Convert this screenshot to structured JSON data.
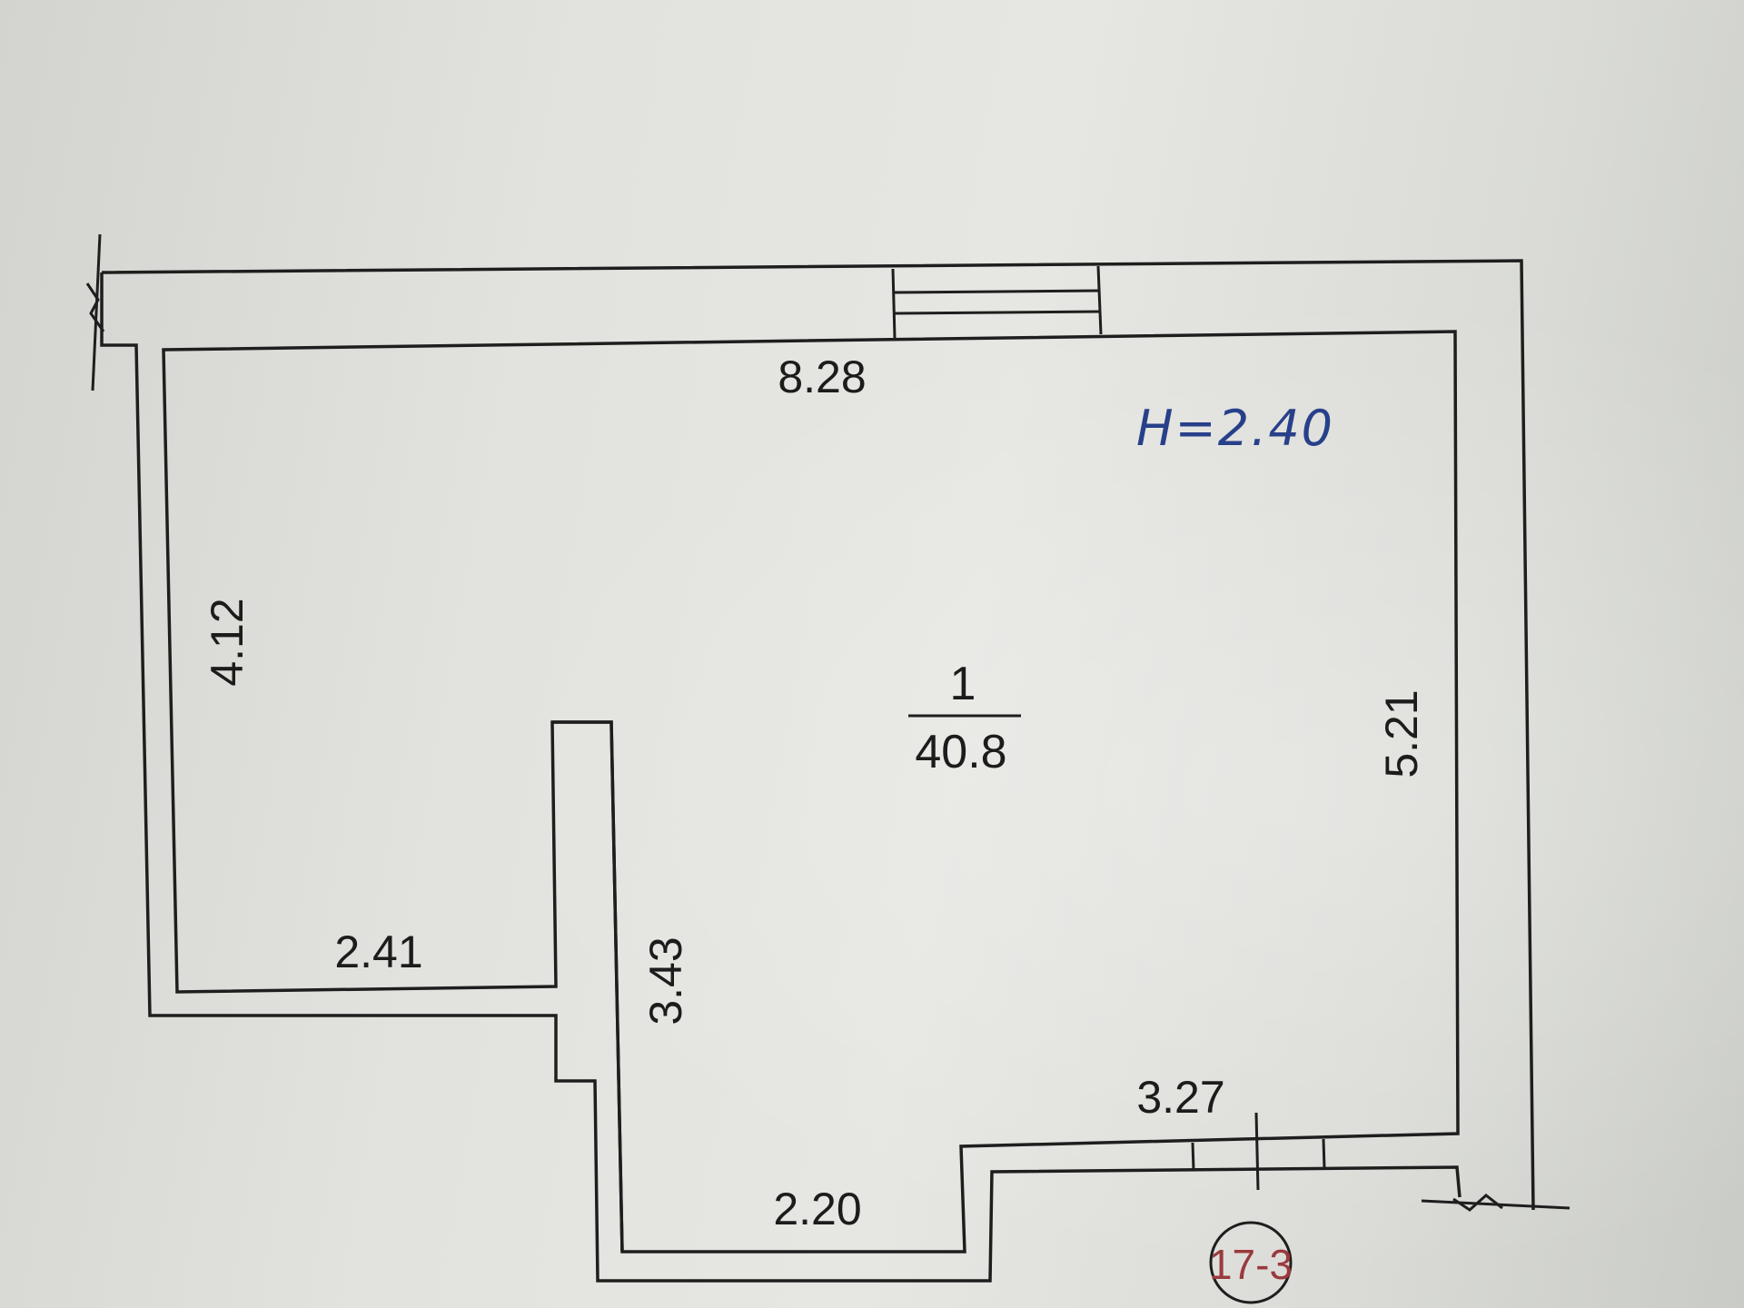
{
  "plan": {
    "ceiling_height": "H=2.40",
    "room": {
      "number": "1",
      "area": "40.8"
    },
    "dimensions": {
      "top": "8.28",
      "left": "4.12",
      "right": "5.21",
      "lower_left": "2.41",
      "inner": "3.43",
      "bottom": "2.20",
      "bottom_right": "3.27"
    },
    "stamp": "17-3"
  },
  "colors": {
    "ink": "#1e1e1e",
    "handwriting": "#28408a",
    "stamp": "#9a3a3e"
  }
}
